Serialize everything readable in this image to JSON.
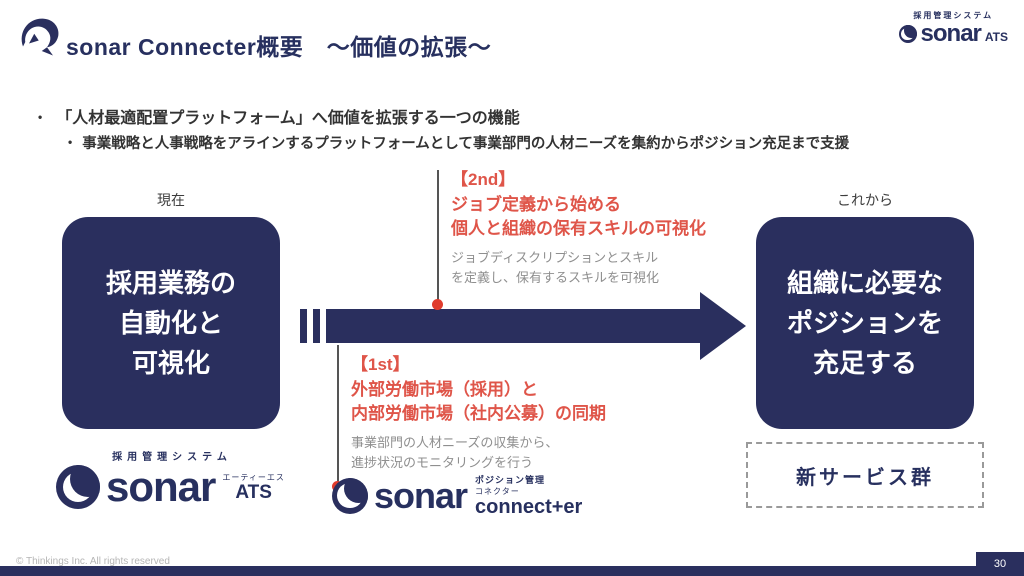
{
  "colors": {
    "navy": "#2a2f5e",
    "red": "#df5549",
    "gray_text": "#8f8f8f"
  },
  "header": {
    "title": "sonar Connecter概要　〜価値の拡張〜",
    "brand": {
      "system_label": "採用管理システム",
      "wordmark": "sonar",
      "suffix": "ATS"
    }
  },
  "intro": {
    "marker": "•",
    "main": "「人材最適配置プラットフォーム」へ価値を拡張する一つの機能",
    "sub_marker": "•",
    "sub": "事業戦略と人事戦略をアラインするプラットフォームとして事業部門の人材ニーズを集約からポジション充足まで支援"
  },
  "diagram": {
    "now": {
      "label": "現在",
      "lines": [
        "採用業務の",
        "自動化と",
        "可視化"
      ]
    },
    "future": {
      "label": "これから",
      "lines": [
        "組織に必要な",
        "ポジションを",
        "充足する"
      ]
    },
    "second": {
      "tag": "【2nd】",
      "highlight_lines": [
        "ジョブ定義から始める",
        "個人と組織の保有スキルの可視化"
      ],
      "detail_lines": [
        "ジョブディスクリプションとスキル",
        "を定義し、保有するスキルを可視化"
      ]
    },
    "first": {
      "tag": "【1st】",
      "highlight_lines": [
        "外部労働市場（採用）と",
        "内部労働市場（社内公募）の同期"
      ],
      "detail_lines": [
        "事業部門の人材ニーズの収集から、",
        "進捗状況のモニタリングを行う"
      ]
    }
  },
  "products": {
    "ats": {
      "system_label": "採用管理システム",
      "wordmark": "sonar",
      "furigana": "エーティーエス",
      "suffix": "ATS"
    },
    "connecter": {
      "category_label": "ポジション管理",
      "wordmark": "sonar",
      "furigana": "コネクター",
      "suffix": "connect+er"
    }
  },
  "new_services": {
    "label": "新サービス群"
  },
  "footer": {
    "copyright": "© Thinkings Inc. All rights reserved",
    "page_number": "30"
  }
}
